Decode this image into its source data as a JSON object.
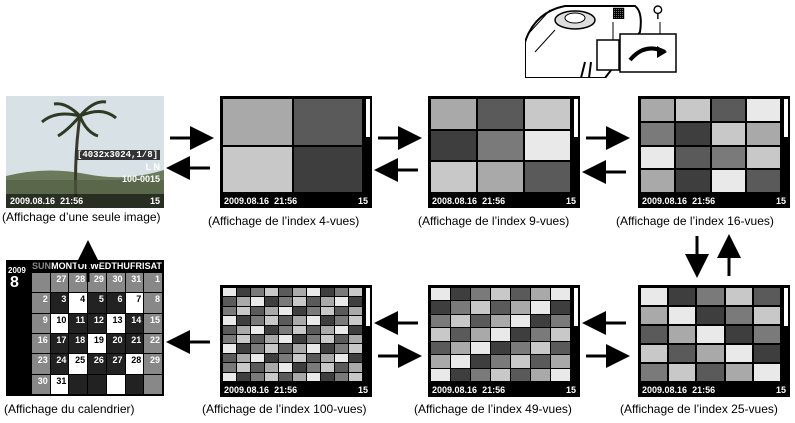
{
  "single": {
    "caption": "(Affichage d’une seule image)",
    "info_res": "[4032x3024,1/8]",
    "info_q": "L N",
    "info_file": "100-0015",
    "date": "2009.08.16",
    "time": "21:56",
    "num": "15"
  },
  "idx4": {
    "caption": "(Affichage de l’index 4-vues)",
    "date": "2009.08.16",
    "time": "21:56",
    "num": "15"
  },
  "idx9": {
    "caption": "(Affichage de l’index 9-vues)",
    "date": "2008.08.16",
    "time": "21:56",
    "num": "15"
  },
  "idx16": {
    "caption": "(Affichage de l’index 16-vues)",
    "date": "2009.08.16",
    "time": "21:56",
    "num": "15"
  },
  "idx25": {
    "caption": "(Affichage de l’index 25-vues)",
    "date": "2009.08.16",
    "time": "21:56",
    "num": "15"
  },
  "idx49": {
    "caption": "(Affichage de l’index 49-vues)",
    "date": "2009.08.16",
    "time": "21:56",
    "num": "15"
  },
  "idx100": {
    "caption": "(Affichage de l’index 100-vues)",
    "date": "2009.08.16",
    "time": "21:56",
    "num": "15"
  },
  "calendar": {
    "caption": "(Affichage du calendrier)",
    "year": "2009",
    "month": "8",
    "days": [
      "SUN",
      "MON",
      "TUE",
      "WED",
      "THU",
      "FRI",
      "SAT"
    ],
    "dates": [
      "",
      "27",
      "28",
      "29",
      "30",
      "31",
      "1",
      "2",
      "3",
      "4",
      "5",
      "6",
      "7",
      "8",
      "9",
      "10",
      "11",
      "12",
      "13",
      "14",
      "15",
      "16",
      "17",
      "18",
      "19",
      "20",
      "21",
      "22",
      "23",
      "24",
      "25",
      "26",
      "27",
      "28",
      "29",
      "30",
      "31",
      "",
      "",
      "",
      "",
      ""
    ]
  },
  "icons": [
    "zoom-out-icon",
    "zoom-in-icon",
    "control-dial-icon"
  ]
}
